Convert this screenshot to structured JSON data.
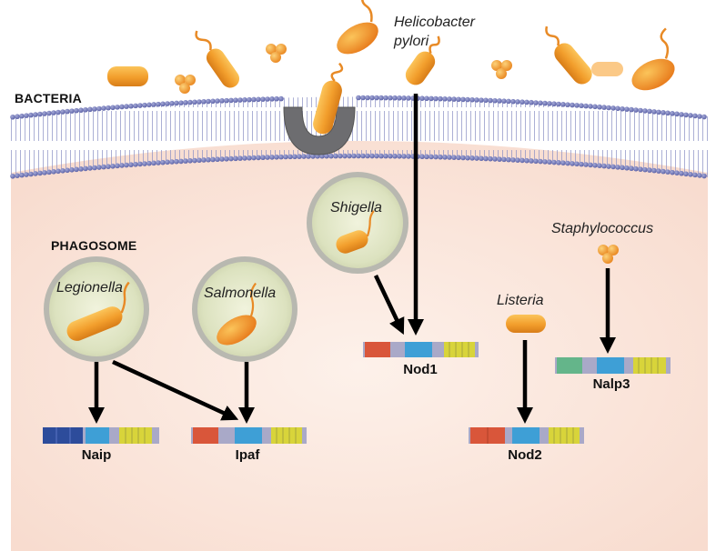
{
  "labels": {
    "bacteria": "BACTERIA",
    "phagosome": "PHAGOSOME"
  },
  "organisms": {
    "helicobacter_line1": "Helicobacter",
    "helicobacter_line2": "pylori",
    "shigella": "Shigella",
    "legionella": "Legionella",
    "salmonella": "Salmonella",
    "listeria": "Listeria",
    "staphylococcus": "Staphylococcus"
  },
  "proteins": {
    "naip": "Naip",
    "ipaf": "Ipaf",
    "nod1": "Nod1",
    "nod2": "Nod2",
    "nalp3": "Nalp3"
  },
  "colors": {
    "cytoplasm": "#fbe6dd",
    "membrane_head": "#6f76b8",
    "bacterium_orange": "#f3a632",
    "vesicle_green": "#dde3c4",
    "receptor_gray": "#6d6d70",
    "domain_red": "#d9563a",
    "domain_blue": "#3e9fd6",
    "domain_darkblue": "#2d4c9b",
    "domain_yellow": "#d8d43a",
    "domain_green": "#64b58a",
    "domain_gray": "#a9a9c8"
  },
  "icons": [
    "bacterium-rod",
    "bacterium-cocci",
    "flagellum",
    "arrow",
    "membrane-receptor",
    "phagosome-vesicle"
  ]
}
